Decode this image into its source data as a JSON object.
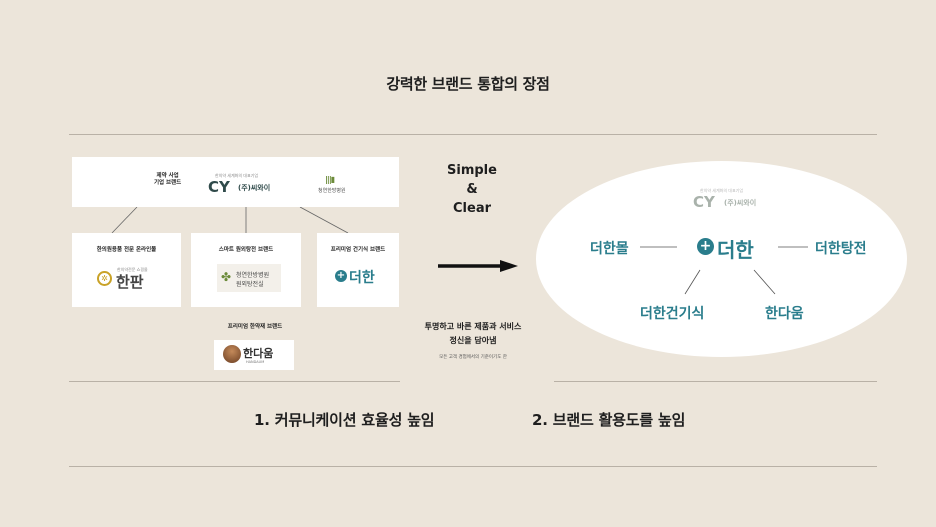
{
  "title": "강력한 브랜드 통합의 장점",
  "left": {
    "top_box": {
      "category": "제약 사업\n기업 브랜드",
      "cy_small": "한의약 세계화의 대표기업",
      "cy_logo": "CY",
      "cy_company": "(주)씨와이",
      "hospital": "청연한방병원"
    },
    "sub_brands": [
      {
        "category": "한의원용품 전문 온라인몰",
        "logo": "한판",
        "logo_small": "한의약전문 쇼핑몰"
      },
      {
        "category": "스마트 원외탕전 브랜드",
        "logo_line1": "청연한방병원",
        "logo_line2": "원외탕전실"
      },
      {
        "category": "프리미엄 건기식 브랜드",
        "logo": "더한"
      }
    ],
    "premium": {
      "category": "프리미엄 한약재 브랜드",
      "logo": "한다움",
      "logo_small": "HANDAUM"
    }
  },
  "slogan": "Simple\n&\nClear",
  "desc": {
    "line1": "투명하고 바른 제품과 서비스",
    "line2": "정신을 담아냄",
    "sub": "모든 고객 경험에서의 기준이기도 한"
  },
  "right": {
    "cy_small": "한의약 세계화의 대표기업",
    "cy_logo": "CY",
    "cy_company": "(주)씨와이",
    "center": "더한",
    "brands": [
      "더한몰",
      "더한탕전",
      "더한건기식",
      "한다움"
    ]
  },
  "benefits": [
    "1. 커뮤니케이션 효율성 높임",
    "2. 브랜드 활용도를 높임"
  ],
  "colors": {
    "background": "#ece5da",
    "teal": "#2a7d8c",
    "line": "#b9b1a6"
  }
}
